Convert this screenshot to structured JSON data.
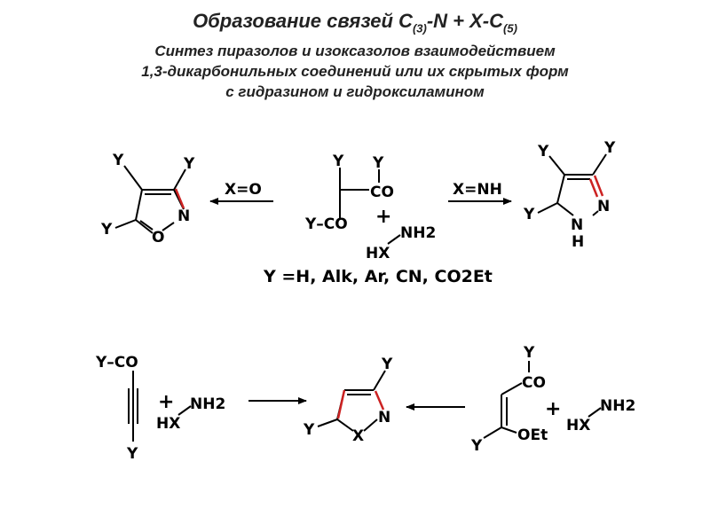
{
  "header": {
    "title_main": "Образование связей C",
    "title_sub1": "(3)",
    "title_mid": "-N + X-C",
    "title_sub2": "(5)",
    "line1": "Синтез пиразолов и изоксазолов взаимодействием",
    "line2": "1,3-дикарбонильных соединений или их скрытых форм",
    "line3": "с гидразином и гидроксиламином"
  },
  "scheme1": {
    "left_arrow_label": "X=O",
    "right_arrow_label": "X=NH",
    "isoxazole": {
      "y_top_left": "Y",
      "y_top_right": "Y",
      "y_left": "Y",
      "o": "O",
      "n": "N"
    },
    "dicarbonyl": {
      "y_top": "Y",
      "y_co": "Y",
      "co_right": "CO",
      "y_co_left": "Y–CO"
    },
    "plus": "+",
    "reagent": {
      "nh2": "NH2",
      "hx": "HX"
    },
    "pyrazole": {
      "y_top_left": "Y",
      "y_top_right": "Y",
      "y_left": "Y",
      "n_bottom": "N",
      "n_right": "N",
      "h": "H"
    },
    "substituents": "Y =H, Alk, Ar, CN, CO2Et"
  },
  "scheme2": {
    "alkyne": {
      "y_co": "Y–CO",
      "y_bottom": "Y"
    },
    "plus1": "+",
    "reagent1": {
      "nh2": "NH2",
      "hx": "HX"
    },
    "product": {
      "y_top": "Y",
      "y_left": "Y",
      "x": "X",
      "n": "N"
    },
    "enol_ether": {
      "y_top": "Y",
      "co": "CO",
      "y_bottom": "Y",
      "oet": "OEt"
    },
    "plus2": "+",
    "reagent2": {
      "nh2": "NH2",
      "hx": "HX"
    }
  }
}
